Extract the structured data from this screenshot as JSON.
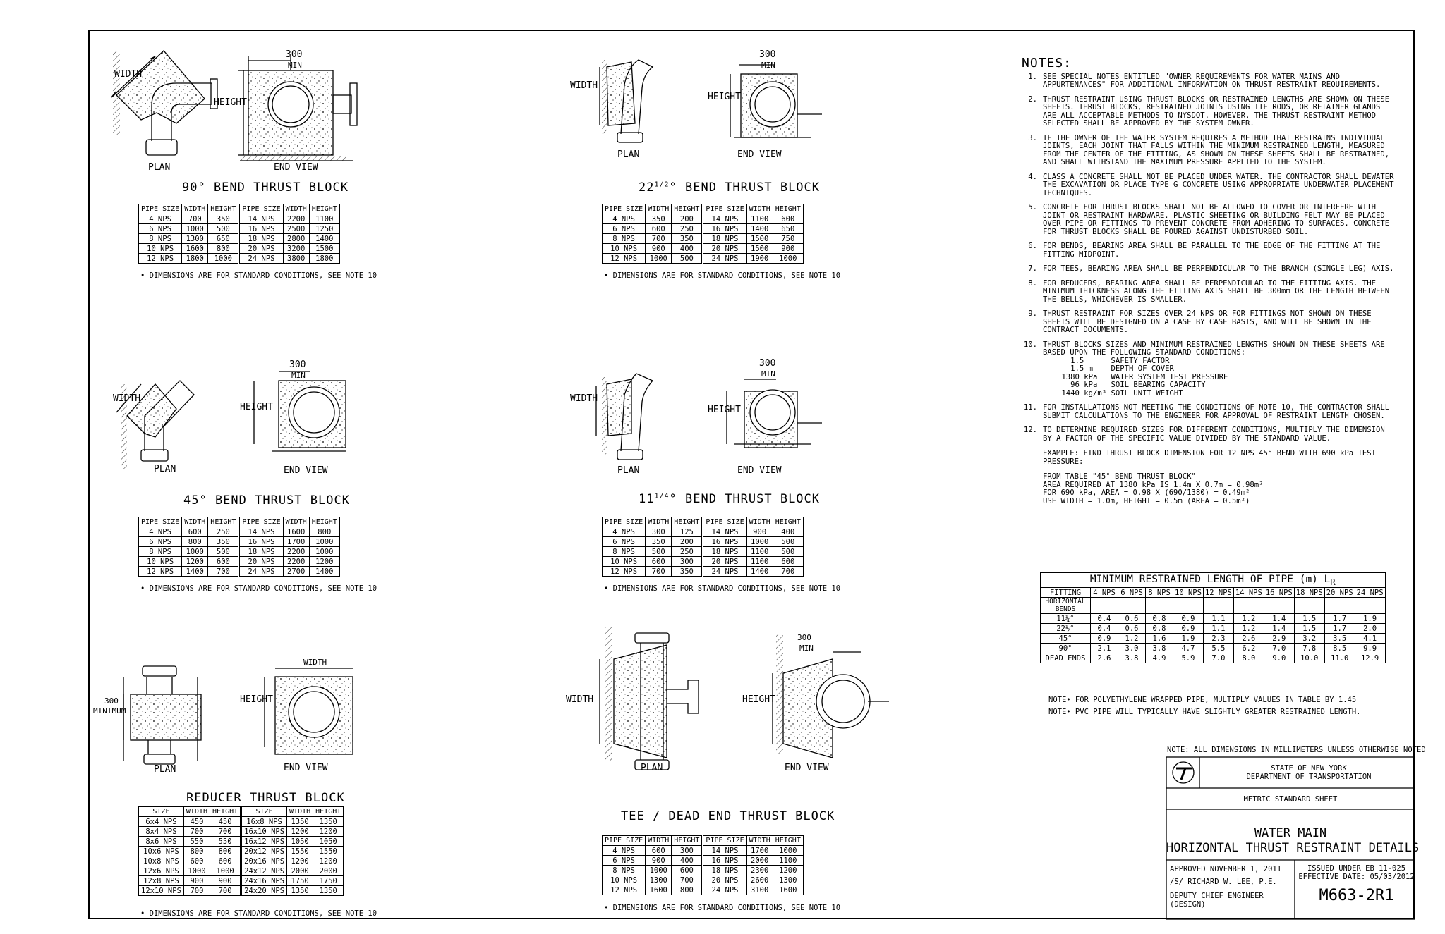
{
  "bend90": {
    "title": "90° BEND THRUST BLOCK",
    "plan_label": "PLAN",
    "end_label": "END VIEW",
    "width_label": "WIDTH",
    "height_label": "HEIGHT",
    "min300_a": "300",
    "min300_b": "MIN",
    "headers": [
      "PIPE SIZE",
      "WIDTH",
      "HEIGHT",
      "PIPE SIZE",
      "WIDTH",
      "HEIGHT"
    ],
    "rows": [
      [
        "4 NPS",
        "700",
        "350",
        "14 NPS",
        "2200",
        "1100"
      ],
      [
        "6 NPS",
        "1000",
        "500",
        "16 NPS",
        "2500",
        "1250"
      ],
      [
        "8 NPS",
        "1300",
        "650",
        "18 NPS",
        "2800",
        "1400"
      ],
      [
        "10 NPS",
        "1600",
        "800",
        "20 NPS",
        "3200",
        "1500"
      ],
      [
        "12 NPS",
        "1800",
        "1000",
        "24 NPS",
        "3800",
        "1800"
      ]
    ],
    "footnote": "• DIMENSIONS ARE FOR STANDARD CONDITIONS, SEE NOTE 10"
  },
  "bend45": {
    "title": "45° BEND THRUST BLOCK",
    "plan_label": "PLAN",
    "end_label": "END VIEW",
    "width_label": "WIDTH",
    "height_label": "HEIGHT",
    "min300_a": "300",
    "min300_b": "MIN",
    "headers": [
      "PIPE SIZE",
      "WIDTH",
      "HEIGHT",
      "PIPE SIZE",
      "WIDTH",
      "HEIGHT"
    ],
    "rows": [
      [
        "4 NPS",
        "600",
        "250",
        "14 NPS",
        "1600",
        "800"
      ],
      [
        "6 NPS",
        "800",
        "350",
        "16 NPS",
        "1700",
        "1000"
      ],
      [
        "8 NPS",
        "1000",
        "500",
        "18 NPS",
        "2200",
        "1000"
      ],
      [
        "10 NPS",
        "1200",
        "600",
        "20 NPS",
        "2200",
        "1200"
      ],
      [
        "12 NPS",
        "1400",
        "700",
        "24 NPS",
        "2700",
        "1400"
      ]
    ],
    "footnote": "• DIMENSIONS ARE FOR STANDARD CONDITIONS, SEE NOTE 10"
  },
  "reducer": {
    "title": "REDUCER THRUST BLOCK",
    "plan_label": "PLAN",
    "end_label": "END VIEW",
    "width_label": "WIDTH",
    "height_label": "HEIGHT",
    "min300_a": "300",
    "min300_b": "MINIMUM",
    "headers": [
      "SIZE",
      "WIDTH",
      "HEIGHT",
      "SIZE",
      "WIDTH",
      "HEIGHT"
    ],
    "rows": [
      [
        "6x4 NPS",
        "450",
        "450",
        "16x8 NPS",
        "1350",
        "1350"
      ],
      [
        "8x4 NPS",
        "700",
        "700",
        "16x10 NPS",
        "1200",
        "1200"
      ],
      [
        "8x6 NPS",
        "550",
        "550",
        "16x12 NPS",
        "1050",
        "1050"
      ],
      [
        "10x6 NPS",
        "800",
        "800",
        "20x12 NPS",
        "1550",
        "1550"
      ],
      [
        "10x8 NPS",
        "600",
        "600",
        "20x16 NPS",
        "1200",
        "1200"
      ],
      [
        "12x6 NPS",
        "1000",
        "1000",
        "24x12 NPS",
        "2000",
        "2000"
      ],
      [
        "12x8 NPS",
        "900",
        "900",
        "24x16 NPS",
        "1750",
        "1750"
      ],
      [
        "12x10 NPS",
        "700",
        "700",
        "24x20 NPS",
        "1350",
        "1350"
      ]
    ],
    "footnote": "• DIMENSIONS ARE FOR STANDARD CONDITIONS, SEE NOTE 10"
  },
  "bend22": {
    "title_a": "22",
    "title_frac": "1/2",
    "title_b": "° BEND THRUST BLOCK",
    "plan_label": "PLAN",
    "end_label": "END VIEW",
    "width_label": "WIDTH",
    "height_label": "HEIGHT",
    "min300_a": "300",
    "min300_b": "MIN",
    "headers": [
      "PIPE SIZE",
      "WIDTH",
      "HEIGHT",
      "PIPE SIZE",
      "WIDTH",
      "HEIGHT"
    ],
    "rows": [
      [
        "4 NPS",
        "350",
        "200",
        "14 NPS",
        "1100",
        "600"
      ],
      [
        "6 NPS",
        "600",
        "250",
        "16 NPS",
        "1400",
        "650"
      ],
      [
        "8 NPS",
        "700",
        "350",
        "18 NPS",
        "1500",
        "750"
      ],
      [
        "10 NPS",
        "900",
        "400",
        "20 NPS",
        "1500",
        "900"
      ],
      [
        "12 NPS",
        "1000",
        "500",
        "24 NPS",
        "1900",
        "1000"
      ]
    ],
    "footnote": "• DIMENSIONS ARE FOR STANDARD CONDITIONS, SEE NOTE 10"
  },
  "bend11": {
    "title_a": "11",
    "title_frac": "1/4",
    "title_b": "° BEND THRUST BLOCK",
    "plan_label": "PLAN",
    "end_label": "END VIEW",
    "width_label": "WIDTH",
    "height_label": "HEIGHT",
    "min300_a": "300",
    "min300_b": "MIN",
    "headers": [
      "PIPE SIZE",
      "WIDTH",
      "HEIGHT",
      "PIPE SIZE",
      "WIDTH",
      "HEIGHT"
    ],
    "rows": [
      [
        "4 NPS",
        "300",
        "125",
        "14 NPS",
        "900",
        "400"
      ],
      [
        "6 NPS",
        "350",
        "200",
        "16 NPS",
        "1000",
        "500"
      ],
      [
        "8 NPS",
        "500",
        "250",
        "18 NPS",
        "1100",
        "500"
      ],
      [
        "10 NPS",
        "600",
        "300",
        "20 NPS",
        "1100",
        "600"
      ],
      [
        "12 NPS",
        "700",
        "350",
        "24 NPS",
        "1400",
        "700"
      ]
    ],
    "footnote": "• DIMENSIONS ARE FOR STANDARD CONDITIONS, SEE NOTE 10"
  },
  "tee": {
    "title": "TEE / DEAD END THRUST BLOCK",
    "plan_label": "PLAN",
    "end_label": "END VIEW",
    "width_label": "WIDTH",
    "height_label": "HEIGHT",
    "min300_a": "300",
    "min300_b": "MIN",
    "headers": [
      "PIPE SIZE",
      "WIDTH",
      "HEIGHT",
      "PIPE SIZE",
      "WIDTH",
      "HEIGHT"
    ],
    "rows": [
      [
        "4 NPS",
        "600",
        "300",
        "14 NPS",
        "1700",
        "1000"
      ],
      [
        "6 NPS",
        "900",
        "400",
        "16 NPS",
        "2000",
        "1100"
      ],
      [
        "8 NPS",
        "1000",
        "600",
        "18 NPS",
        "2300",
        "1200"
      ],
      [
        "10 NPS",
        "1300",
        "700",
        "20 NPS",
        "2600",
        "1300"
      ],
      [
        "12 NPS",
        "1600",
        "800",
        "24 NPS",
        "3100",
        "1600"
      ]
    ],
    "footnote": "• DIMENSIONS ARE FOR STANDARD CONDITIONS, SEE NOTE 10"
  },
  "notes": {
    "heading": "NOTES:",
    "items": [
      {
        "n": "1.",
        "t": "SEE SPECIAL NOTES ENTITLED \"OWNER REQUIREMENTS FOR WATER MAINS AND APPURTENANCES\" FOR ADDITIONAL INFORMATION ON THRUST RESTRAINT REQUIREMENTS."
      },
      {
        "n": "2.",
        "t": "THRUST RESTRAINT USING THRUST BLOCKS OR RESTRAINED LENGTHS ARE SHOWN ON THESE SHEETS.  THRUST BLOCKS, RESTRAINED JOINTS USING TIE RODS, OR RETAINER GLANDS ARE ALL ACCEPTABLE METHODS TO NYSDOT.  HOWEVER, THE THRUST RESTRAINT METHOD SELECTED SHALL BE APPROVED BY THE SYSTEM OWNER."
      },
      {
        "n": "3.",
        "t": "IF THE OWNER OF THE WATER SYSTEM REQUIRES A METHOD THAT RESTRAINS INDIVIDUAL JOINTS, EACH JOINT THAT FALLS WITHIN THE MINIMUM RESTRAINED LENGTH, MEASURED FROM THE CENTER OF THE FITTING, AS SHOWN ON THESE SHEETS SHALL BE RESTRAINED, AND SHALL WITHSTAND THE MAXIMUM PRESSURE APPLIED TO THE SYSTEM."
      },
      {
        "n": "4.",
        "t": "CLASS A CONCRETE SHALL NOT BE PLACED UNDER WATER. THE CONTRACTOR SHALL DEWATER THE EXCAVATION OR PLACE TYPE G CONCRETE USING APPROPRIATE UNDERWATER PLACEMENT TECHNIQUES."
      },
      {
        "n": "5.",
        "t": "CONCRETE FOR THRUST BLOCKS SHALL NOT BE ALLOWED TO COVER OR INTERFERE WITH JOINT OR RESTRAINT HARDWARE.  PLASTIC SHEETING OR BUILDING FELT MAY BE PLACED OVER PIPE OR FITTINGS TO PREVENT CONCRETE FROM ADHERING TO SURFACES.  CONCRETE FOR THRUST BLOCKS SHALL BE POURED AGAINST UNDISTURBED SOIL."
      },
      {
        "n": "6.",
        "t": "FOR BENDS, BEARING AREA SHALL BE PARALLEL TO THE EDGE OF THE FITTING AT THE FITTING MIDPOINT."
      },
      {
        "n": "7.",
        "t": "FOR TEES, BEARING AREA SHALL BE PERPENDICULAR TO THE BRANCH (SINGLE LEG) AXIS."
      },
      {
        "n": "8.",
        "t": "FOR REDUCERS, BEARING AREA SHALL BE PERPENDICULAR TO THE FITTING AXIS.  THE MINIMUM THICKNESS ALONG THE FITTING AXIS SHALL BE 300mm OR THE LENGTH BETWEEN THE BELLS, WHICHEVER IS SMALLER."
      },
      {
        "n": "9.",
        "t": "THRUST RESTRAINT FOR SIZES OVER 24 NPS OR FOR FITTINGS NOT SHOWN ON THESE SHEETS WILL BE DESIGNED ON A CASE BY CASE BASIS, AND WILL BE SHOWN IN THE CONTRACT DOCUMENTS."
      },
      {
        "n": "10.",
        "t": "THRUST BLOCKS SIZES AND MINIMUM RESTRAINED LENGTHS SHOWN ON THESE SHEETS ARE BASED UPON THE FOLLOWING STANDARD CONDITIONS:"
      },
      {
        "n": "11.",
        "t": "FOR INSTALLATIONS NOT MEETING THE CONDITIONS OF NOTE 10, THE CONTRACTOR SHALL SUBMIT CALCULATIONS TO THE ENGINEER FOR APPROVAL OF RESTRAINT LENGTH CHOSEN."
      },
      {
        "n": "12.",
        "t": "TO DETERMINE REQUIRED SIZES FOR DIFFERENT CONDITIONS, MULTIPLY THE DIMENSION BY A FACTOR OF THE SPECIFIC VALUE DIVIDED BY THE STANDARD VALUE."
      }
    ],
    "conditions": [
      "   1.5      SAFETY FACTOR",
      "   1.5 m    DEPTH OF COVER",
      " 1380 kPa   WATER SYSTEM TEST PRESSURE",
      "   96 kPa   SOIL BEARING CAPACITY",
      " 1440 kg/m³ SOIL UNIT WEIGHT"
    ],
    "example_1": "EXAMPLE: FIND THRUST BLOCK DIMENSION FOR 12 NPS 45° BEND WITH 690 kPa TEST PRESSURE:",
    "example_2": "FROM TABLE \"45° BEND THRUST BLOCK\"",
    "example_3": "AREA REQUIRED AT 1380 kPa IS 1.4m X 0.7m = 0.98m²",
    "example_4": "FOR 690 kPa, AREA = 0.98 X (690/1380) = 0.49m²",
    "example_5": "USE WIDTH = 1.0m, HEIGHT = 0.5m (AREA = 0.5m²)"
  },
  "restrained": {
    "title": "MINIMUM RESTRAINED LENGTH OF PIPE (m) L",
    "title_sub": "R",
    "headers": [
      "FITTING",
      "4 NPS",
      "6 NPS",
      "8 NPS",
      "10 NPS",
      "12 NPS",
      "14 NPS",
      "16 NPS",
      "18 NPS",
      "20 NPS",
      "24 NPS"
    ],
    "group_label": "HORIZONTAL BENDS",
    "rows": [
      [
        "11¼°",
        "0.4",
        "0.6",
        "0.8",
        "0.9",
        "1.1",
        "1.2",
        "1.4",
        "1.5",
        "1.7",
        "1.9"
      ],
      [
        "22½°",
        "0.4",
        "0.6",
        "0.8",
        "0.9",
        "1.1",
        "1.2",
        "1.4",
        "1.5",
        "1.7",
        "2.0"
      ],
      [
        "45°",
        "0.9",
        "1.2",
        "1.6",
        "1.9",
        "2.3",
        "2.6",
        "2.9",
        "3.2",
        "3.5",
        "4.1"
      ],
      [
        "90°",
        "2.1",
        "3.0",
        "3.8",
        "4.7",
        "5.5",
        "6.2",
        "7.0",
        "7.8",
        "8.5",
        "9.9"
      ],
      [
        "DEAD ENDS",
        "2.6",
        "3.8",
        "4.9",
        "5.9",
        "7.0",
        "8.0",
        "9.0",
        "10.0",
        "11.0",
        "12.9"
      ]
    ],
    "note_1": "NOTE•  FOR POLYETHYLENE WRAPPED PIPE, MULTIPLY VALUES IN TABLE BY 1.45",
    "note_2": "NOTE•  PVC PIPE WILL TYPICALLY HAVE SLIGHTLY GREATER RESTRAINED LENGTH."
  },
  "titleblock": {
    "dim_note": "NOTE: ALL DIMENSIONS IN MILLIMETERS UNLESS OTHERWISE NOTED",
    "state": "STATE OF NEW YORK",
    "dept": "DEPARTMENT OF TRANSPORTATION",
    "sheet_type": "METRIC STANDARD SHEET",
    "title_1": "WATER MAIN",
    "title_2": "HORIZONTAL THRUST RESTRAINT DETAILS",
    "approved": "APPROVED NOVEMBER 1, 2011",
    "signed": "/S/ RICHARD W. LEE, P.E.",
    "role_1": "DEPUTY CHIEF ENGINEER",
    "role_2": "(DESIGN)",
    "issued": "ISSUED UNDER EB 11-025",
    "effective": "EFFECTIVE DATE: 05/03/2012",
    "sheet_no": "M663-2R1"
  }
}
